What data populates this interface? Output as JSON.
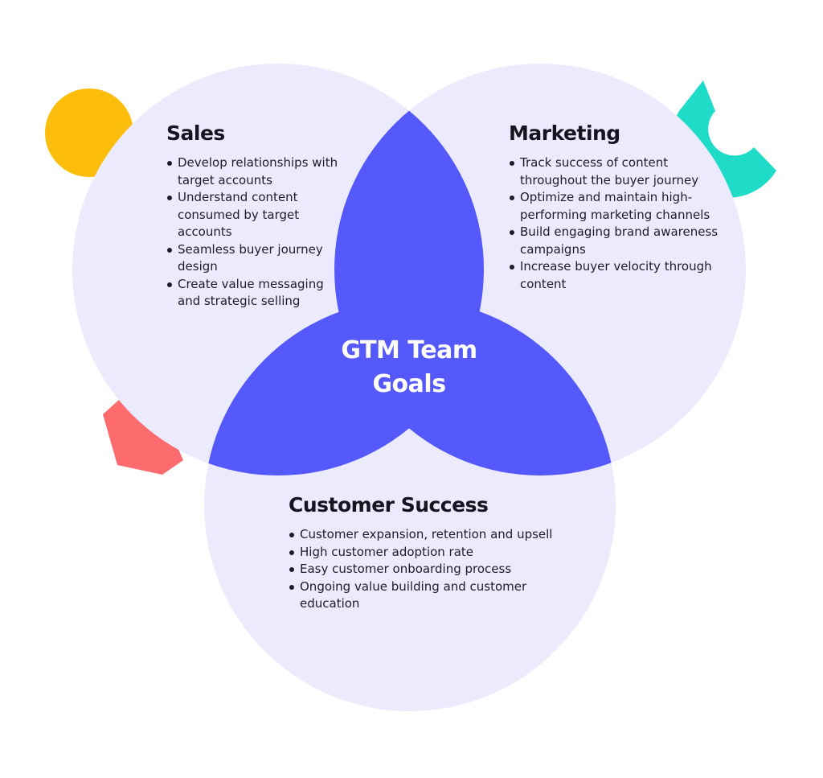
{
  "colors": {
    "circle_fill": "#ecebfd",
    "center_fill": "#5558fb",
    "accent_yellow": "#fdbd0c",
    "accent_teal": "#1fdcc8",
    "accent_coral": "#fc6c6e"
  },
  "center": {
    "line1": "GTM Team",
    "line2": "Goals"
  },
  "sets": {
    "sales": {
      "title": "Sales",
      "items": [
        "Develop relationships with target accounts",
        "Understand content consumed by target accounts",
        "Seamless buyer journey design",
        "Create value messaging and strategic selling"
      ]
    },
    "marketing": {
      "title": "Marketing",
      "items": [
        "Track success of content throughout the buyer journey",
        "Optimize and maintain high-performing marketing channels",
        "Build engaging brand awareness campaigns",
        "Increase buyer velocity through content"
      ]
    },
    "customer_success": {
      "title": "Customer Success",
      "items": [
        "Customer expansion, retention and upsell",
        "High customer adoption rate",
        "Easy customer onboarding process",
        "Ongoing value building and customer education"
      ]
    }
  }
}
